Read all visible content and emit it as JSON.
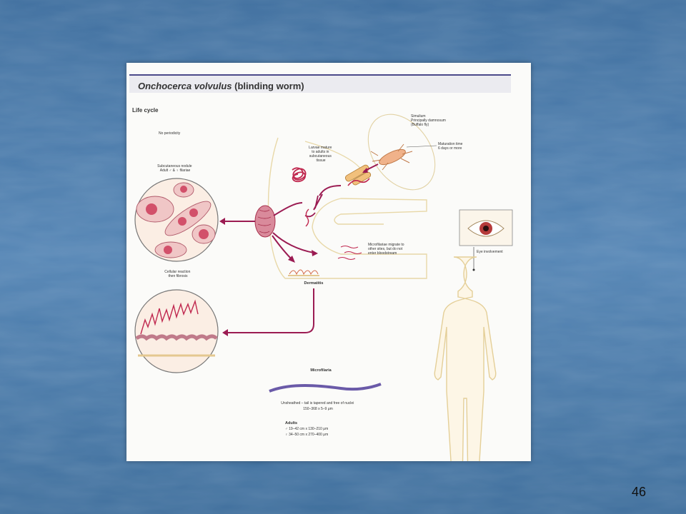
{
  "slide": {
    "page_number": "46"
  },
  "figure": {
    "title_italic": "Onchocerca volvulus",
    "title_rest": " (blinding worm)",
    "section_label": "Life cycle",
    "periodicity": "No periodicity",
    "vector": [
      "Simulium",
      "Principally damnosum",
      "(Buffalo fly)"
    ],
    "maturation": [
      "Maturation time",
      "6 days or more"
    ],
    "larvae": [
      "Larvae mature",
      "to adults in",
      "subcutaneous",
      "tissue"
    ],
    "nodule": [
      "Subcutaneous nodule",
      "Adult ♂ & ♀ filariae"
    ],
    "cellular": [
      "Cellular reaction",
      "then fibrosis"
    ],
    "microfilariae_migrate": [
      "Microfilariae migrate to",
      "other sites, but do not",
      "enter bloodstream"
    ],
    "dermatitis": "Dermatitis",
    "eye": "Eye involvement",
    "microfilaria_title": "Microfilaria",
    "microfilaria_desc": [
      "Unsheathed – tail is tapered and free of nuclei",
      "150–368 x 5–9 μm"
    ],
    "adults_title": "Adults",
    "adults": [
      "♂ 19–42 cm x 130–210 μm",
      "♀ 34–50 cm x 270–400 μm"
    ],
    "colors": {
      "background": "#4a7aaa",
      "arrow": "#9b1b52",
      "worm": "#c0284f",
      "skin": "#f2dfae"
    }
  }
}
